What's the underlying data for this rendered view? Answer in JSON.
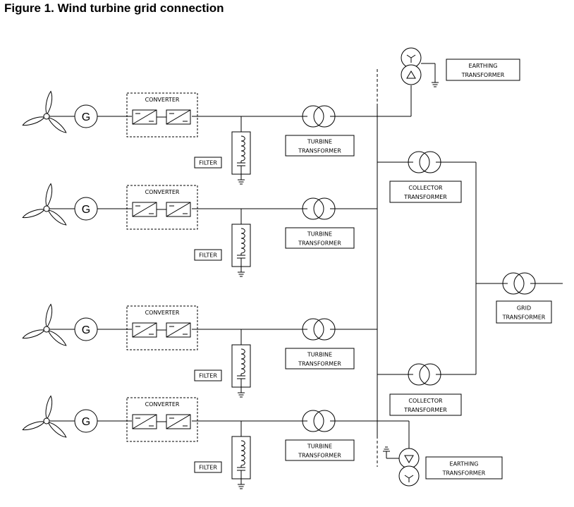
{
  "figure": {
    "title": "Figure 1. Wind turbine grid connection"
  },
  "diagram": {
    "generator_symbol": "G",
    "converter_label": "CONVERTER",
    "filter_label": "FILTER",
    "turbine_transformer_label": [
      "TURBINE",
      "TRANSFORMER"
    ],
    "collector_transformer_label": [
      "COLLECTOR",
      "TRANSFORMER"
    ],
    "grid_transformer_label": [
      "GRID",
      "TRANSFORMER"
    ],
    "earthing_transformer_label": [
      "EARTHING",
      "TRANSFORMER"
    ],
    "turbine_branches": 4,
    "icons": [
      "wind-turbine-icon",
      "generator-icon",
      "converter-icon",
      "filter-inductor-icon",
      "filter-capacitor-icon",
      "ground-icon",
      "transformer-icon",
      "earthing-transformer-icon"
    ]
  }
}
